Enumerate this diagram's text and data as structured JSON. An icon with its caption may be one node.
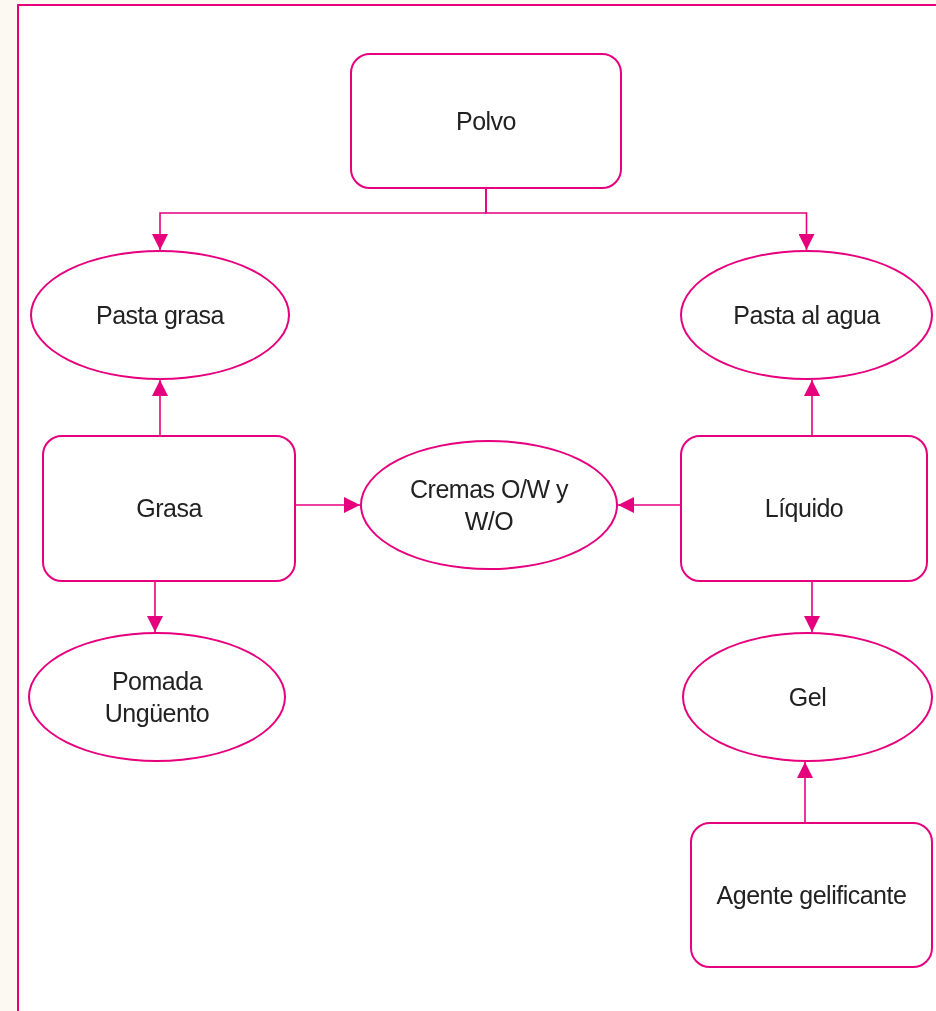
{
  "diagram": {
    "nodes": [
      {
        "text": [
          "Polvo"
        ]
      },
      {
        "text": [
          "Pasta grasa"
        ]
      },
      {
        "text": [
          "Pasta al agua"
        ]
      },
      {
        "text": [
          "Grasa"
        ]
      },
      {
        "text": [
          "Cremas O/W y W/O"
        ]
      },
      {
        "text": [
          "Líquido"
        ]
      },
      {
        "text": [
          "Pomada Ungüento"
        ]
      },
      {
        "text": [
          "Gel"
        ]
      },
      {
        "text": [
          "Agente gelificante"
        ]
      }
    ],
    "edges": [
      {
        "from": 0,
        "to": 1,
        "arrow": "to"
      },
      {
        "from": 0,
        "to": 2,
        "arrow": "to"
      },
      {
        "from": 3,
        "to": 1,
        "arrow": "to"
      },
      {
        "from": 5,
        "to": 2,
        "arrow": "to"
      },
      {
        "from": 3,
        "to": 4,
        "arrow": "to"
      },
      {
        "from": 5,
        "to": 4,
        "arrow": "to"
      },
      {
        "from": 3,
        "to": 6,
        "arrow": "to"
      },
      {
        "from": 5,
        "to": 7,
        "arrow": "to"
      },
      {
        "from": 8,
        "to": 7,
        "arrow": "to"
      }
    ]
  }
}
